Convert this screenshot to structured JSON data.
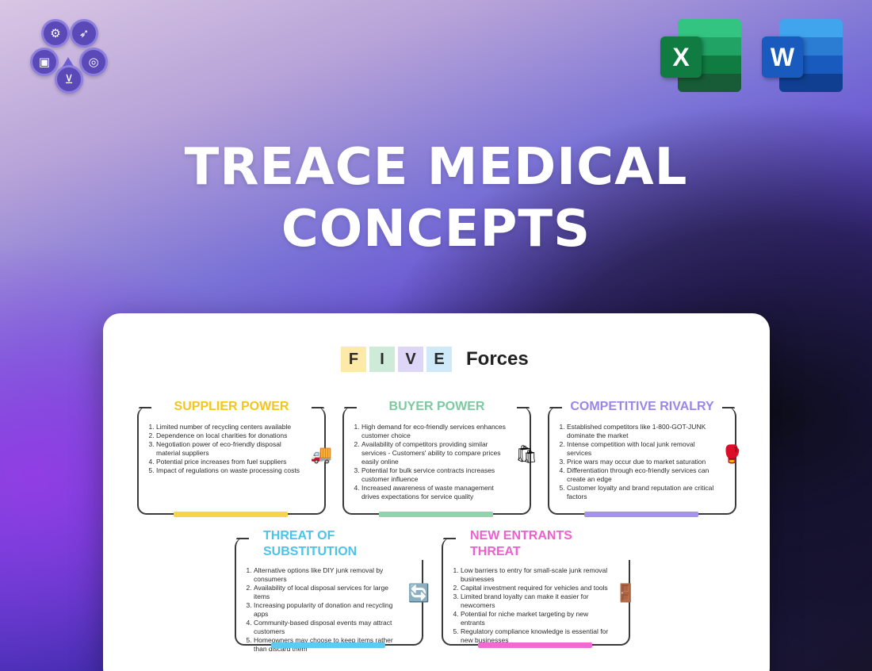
{
  "logo": {
    "icons": [
      "gear-icon",
      "rocket-icon",
      "bus-icon",
      "target-icon",
      "cart-icon"
    ],
    "colors": {
      "node": "#5b49b8",
      "ring": "#8d7fe0"
    }
  },
  "apps": {
    "excel": {
      "letter": "X",
      "color": "#107c41"
    },
    "word": {
      "letter": "W",
      "color": "#185abd"
    }
  },
  "title": {
    "line1": "TREACE MEDICAL",
    "line2": "CONCEPTS"
  },
  "card": {
    "letters": [
      {
        "char": "F",
        "color": "#fde9a8"
      },
      {
        "char": "I",
        "color": "#cdebd8"
      },
      {
        "char": "V",
        "color": "#ddd6f6"
      },
      {
        "char": "E",
        "color": "#cfe9f9"
      }
    ],
    "forces_word": "Forces",
    "forces": [
      {
        "title": "SUPPLIER POWER",
        "color": "#f5c518",
        "icon": "truck-icon",
        "items": [
          "Limited number of recycling centers available",
          "Dependence on local charities for donations",
          "Negotiation power of eco-friendly disposal material suppliers",
          "Potential price increases from fuel suppliers",
          "Impact of regulations on waste processing costs"
        ]
      },
      {
        "title": "BUYER POWER",
        "color": "#7ccaa0",
        "icon": "shopping-bag-icon",
        "items": [
          "High demand for eco-friendly services enhances customer choice",
          "Availability of competitors providing similar services  - Customers' ability to compare prices easily online",
          "Potential for bulk service contracts increases customer influence",
          "Increased awareness of waste management drives expectations for service quality"
        ]
      },
      {
        "title": "COMPETITIVE RIVALRY",
        "color": "#9b86e8",
        "icon": "boxing-glove-icon",
        "items": [
          "Established competitors like 1-800-GOT-JUNK dominate the market",
          "Intense competition with local junk removal services",
          "Price wars may occur due to market saturation",
          "Differentiation through eco-friendly services can create an edge",
          "Customer loyalty and brand reputation are critical factors"
        ]
      },
      {
        "title": "THREAT OF SUBSTITUTION",
        "line1": "THREAT OF",
        "line2": "SUBSTITUTION",
        "color": "#4cc3ea",
        "icon": "refresh-icon",
        "items": [
          "Alternative options like DIY junk removal by consumers",
          "Availability of local disposal services for large items",
          "Increasing popularity of donation and recycling apps",
          "Community-based disposal events may attract customers",
          "Homeowners may choose to keep items rather than discard them"
        ]
      },
      {
        "title": "NEW ENTRANTS THREAT",
        "line1": "NEW ENTRANTS",
        "line2": "THREAT",
        "color": "#ee5fd0",
        "icon": "door-icon",
        "items": [
          "Low barriers to entry for small-scale junk removal businesses",
          "Capital investment required for vehicles and tools",
          "Limited brand loyalty can make it easier for newcomers",
          "Potential for niche market targeting by new entrants",
          "Regulatory compliance knowledge is essential for new businesses"
        ]
      }
    ]
  }
}
